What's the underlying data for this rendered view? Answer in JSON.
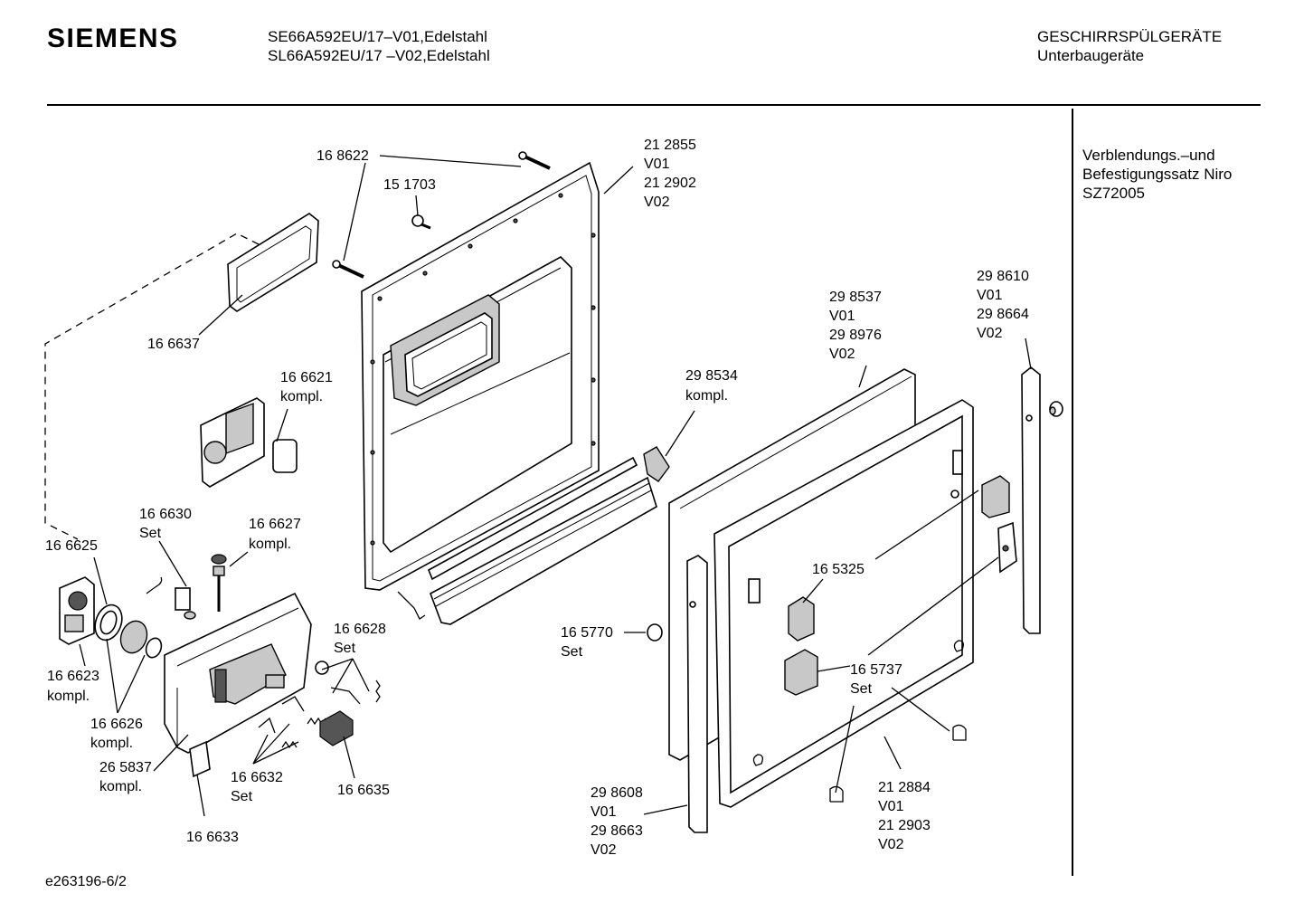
{
  "header": {
    "brand": "SIEMENS",
    "model_line_1": "SE66A592EU/17–V01,Edelstahl",
    "model_line_2": "SL66A592EU/17 –V02,Edelstahl",
    "category_line_1": "GESCHIRRSPÜLGERÄTE",
    "category_line_2": "Unterbaugeräte"
  },
  "sidebar": {
    "line_1": "Verblendungs.–und",
    "line_2": "Befestigungssatz Niro",
    "line_3": "SZ72005"
  },
  "footer": {
    "doc_id": "e263196-6/2"
  },
  "parts": {
    "p168622": "16 8622",
    "p151703": "15 1703",
    "p212855": "21 2855",
    "p212855_v": "V01",
    "p212902": "21 2902",
    "p212902_v": "V02",
    "p166637": "16 6637",
    "p166621": "16 6621",
    "p166621_k": "kompl.",
    "p298537": "29 8537",
    "p298537_v": "V01",
    "p298976": "29 8976",
    "p298976_v": "V02",
    "p298610": "29 8610",
    "p298610_v": "V01",
    "p298664": "29 8664",
    "p298664_v": "V02",
    "p298534": "29 8534",
    "p298534_k": "kompl.",
    "p166630": "16 6630",
    "p166630_s": "Set",
    "p166627": "16 6627",
    "p166627_k": "kompl.",
    "p166625": "16 6625",
    "p165325": "16 5325",
    "p166628": "16 6628",
    "p166628_s": "Set",
    "p165770": "16 5770",
    "p165770_s": "Set",
    "p166623": "16 6623",
    "p166623_k": "kompl.",
    "p165737": "16 5737",
    "p165737_s": "Set",
    "p166626": "16 6626",
    "p166626_k": "kompl.",
    "p265837": "26 5837",
    "p265837_k": "kompl.",
    "p166632": "16 6632",
    "p166632_s": "Set",
    "p166635": "16 6635",
    "p298608": "29 8608",
    "p298608_v": "V01",
    "p298663": "29 8663",
    "p298663_v": "V02",
    "p212884": "21 2884",
    "p212884_v": "V01",
    "p212903": "21 2903",
    "p212903_v": "V02",
    "p166633": "16 6633"
  }
}
